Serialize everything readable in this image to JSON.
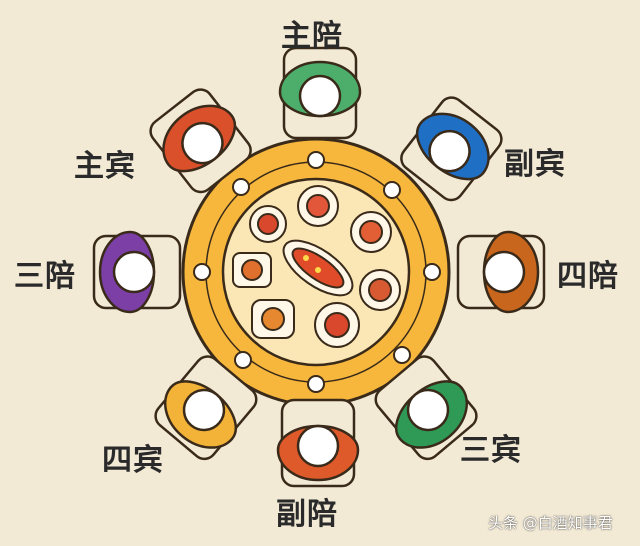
{
  "seats": {
    "zhupei": "主陪",
    "zhubin": "主宾",
    "fubin": "副宾",
    "sanpei": "三陪",
    "sipei": "四陪",
    "sibin": "四宾",
    "sanbin": "三宾",
    "fupei": "副陪"
  },
  "watermark": "头条 @白酒知事君",
  "colors": {
    "background": "#f3ead6",
    "table": "#f6b73c",
    "lazy_susan": "#fbe7b5",
    "zhupei": "#4cae6a",
    "zhubin": "#d9502b",
    "fubin": "#1f6fc4",
    "sanpei": "#7b3fa6",
    "sipei": "#c9661d",
    "sibin": "#f2b338",
    "sanbin": "#2f9a56",
    "fupei": "#de5a2a"
  },
  "icons": [
    "chair-icon",
    "person-icon",
    "plate-icon",
    "dish-icon",
    "fish-dish-icon"
  ]
}
